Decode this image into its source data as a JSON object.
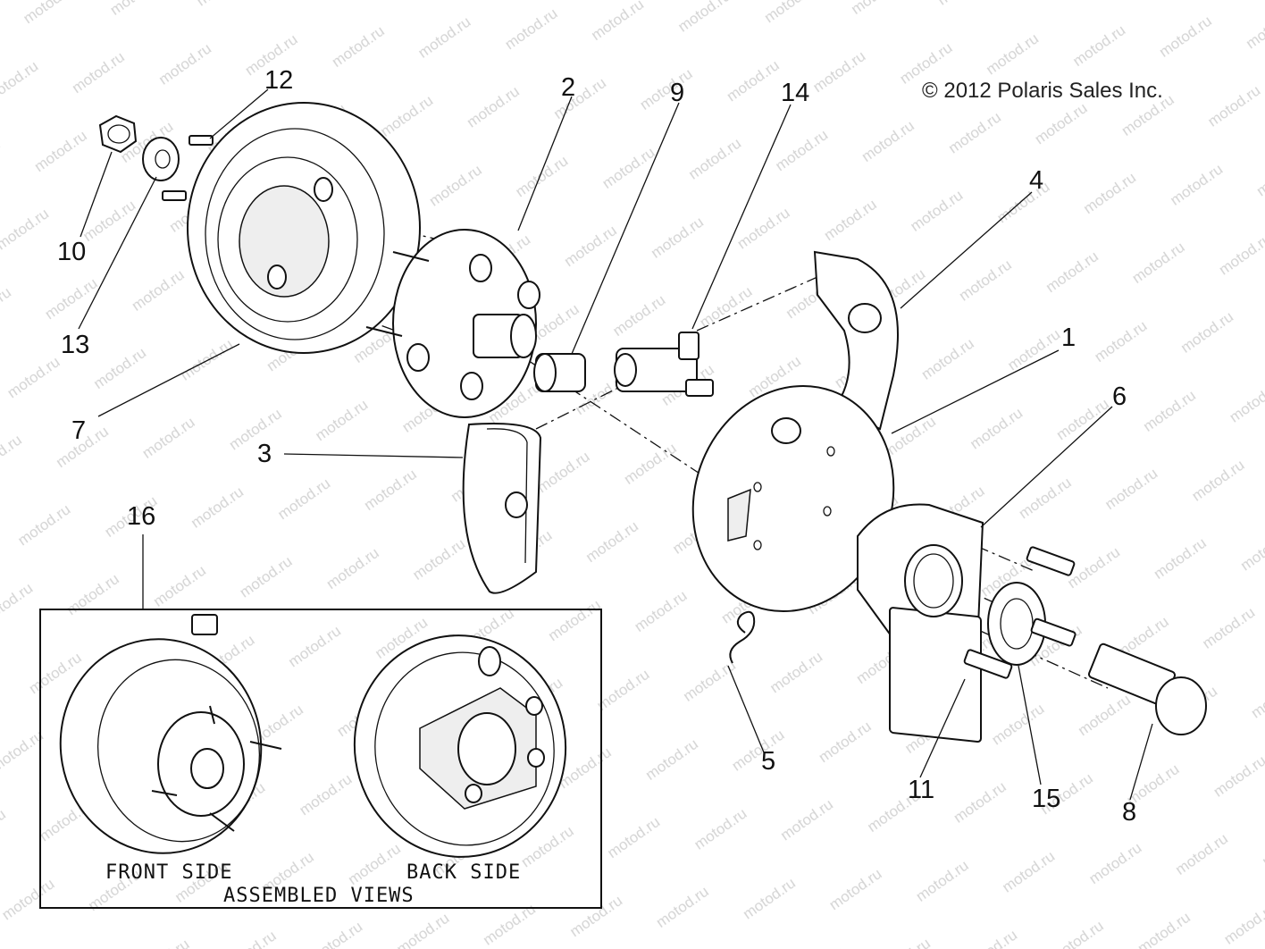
{
  "copyright": "© 2012 Polaris Sales Inc.",
  "watermark": {
    "text": "motod.ru",
    "color": "#d4d4d4"
  },
  "callouts": {
    "c1": "1",
    "c2": "2",
    "c3": "3",
    "c4": "4",
    "c5": "5",
    "c6": "6",
    "c7": "7",
    "c8": "8",
    "c9": "9",
    "c10": "10",
    "c11": "11",
    "c12": "12",
    "c13": "13",
    "c14": "14",
    "c15": "15",
    "c16": "16"
  },
  "inset": {
    "front_label": "FRONT SIDE",
    "back_label": "BACK SIDE",
    "title": "ASSEMBLED VIEWS"
  }
}
